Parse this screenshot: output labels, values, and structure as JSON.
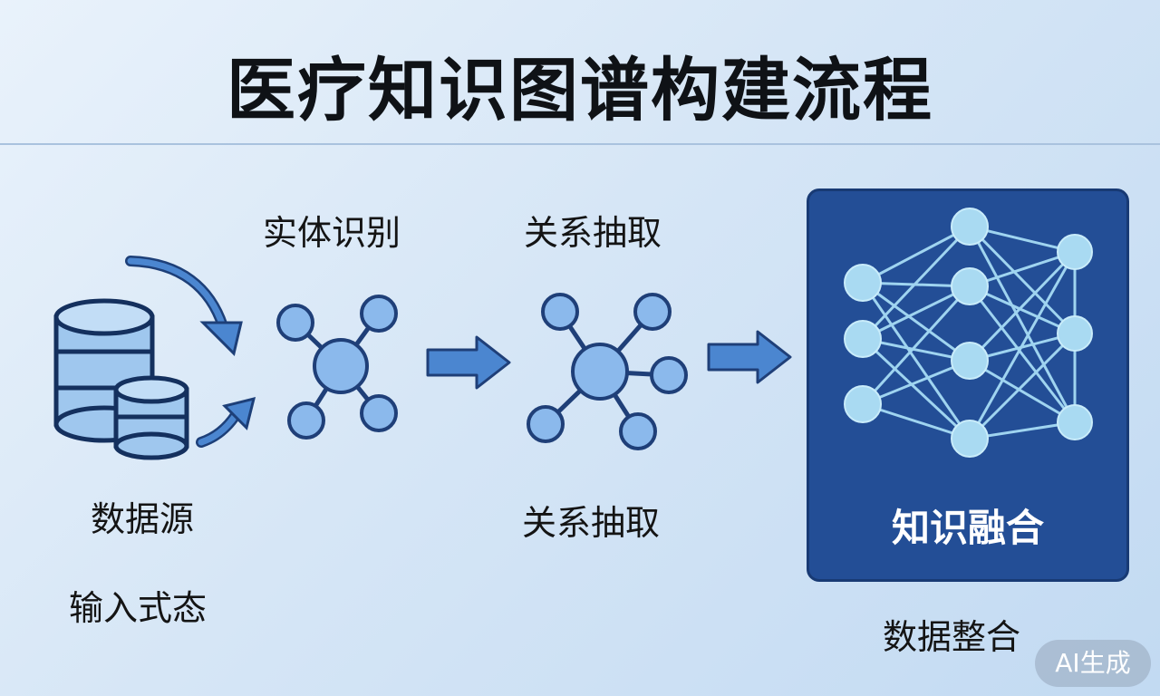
{
  "title": "医疗知识图谱构建流程",
  "labels": {
    "entity_recognition": "实体识别",
    "relation_extraction_top": "关系抽取",
    "data_source": "数据源",
    "input_modality": "输入式态",
    "relation_extraction_bottom": "关系抽取",
    "knowledge_fusion": "知识融合",
    "data_integration": "数据整合"
  },
  "badge": "AI生成",
  "colors": {
    "node_fill": "#8bb9ec",
    "node_stroke": "#1f3f78",
    "arrow_fill": "#4b86d0",
    "fusion_bg": "#234e96",
    "fusion_node": "#a9daf2",
    "fusion_edge": "#9fd4f0"
  }
}
